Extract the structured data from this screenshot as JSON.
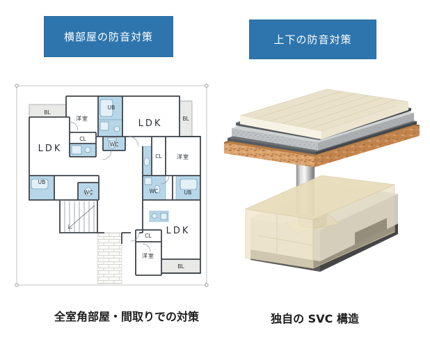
{
  "colors": {
    "header_bg": "#2e75ad",
    "header_border": "#2a6ba0",
    "header_text": "#ffffff",
    "wet_area_blue": "#b7d7e9",
    "wall_gray": "#3f444a",
    "caption_text": "#1c1c1c",
    "wood_floor_top": "#e9e1c9",
    "concrete_gray": "#bec2c4",
    "particle_board_orange": "#dba36e",
    "insulation_beige": "#e8dcba",
    "metal_column_gray": "#c2c2c2"
  },
  "left_panel": {
    "header": "横部屋の防音対策",
    "caption": "全室角部屋・間取りでの対策",
    "floorplan": {
      "labels": [
        {
          "text": "BL"
        },
        {
          "text": "洋室"
        },
        {
          "text": "UB"
        },
        {
          "text": "LDK"
        },
        {
          "text": "BL"
        },
        {
          "text": "LDK"
        },
        {
          "text": "CL"
        },
        {
          "text": "WC"
        },
        {
          "text": "CL"
        },
        {
          "text": "洋室"
        },
        {
          "text": "UB"
        },
        {
          "text": "WC"
        },
        {
          "text": "WC"
        },
        {
          "text": "UB"
        },
        {
          "text": "LDK"
        },
        {
          "text": "CL"
        },
        {
          "text": "洋室"
        },
        {
          "text": "BL"
        }
      ]
    }
  },
  "right_panel": {
    "header": "上下の防音対策",
    "caption": "独自の SVC 構造"
  }
}
